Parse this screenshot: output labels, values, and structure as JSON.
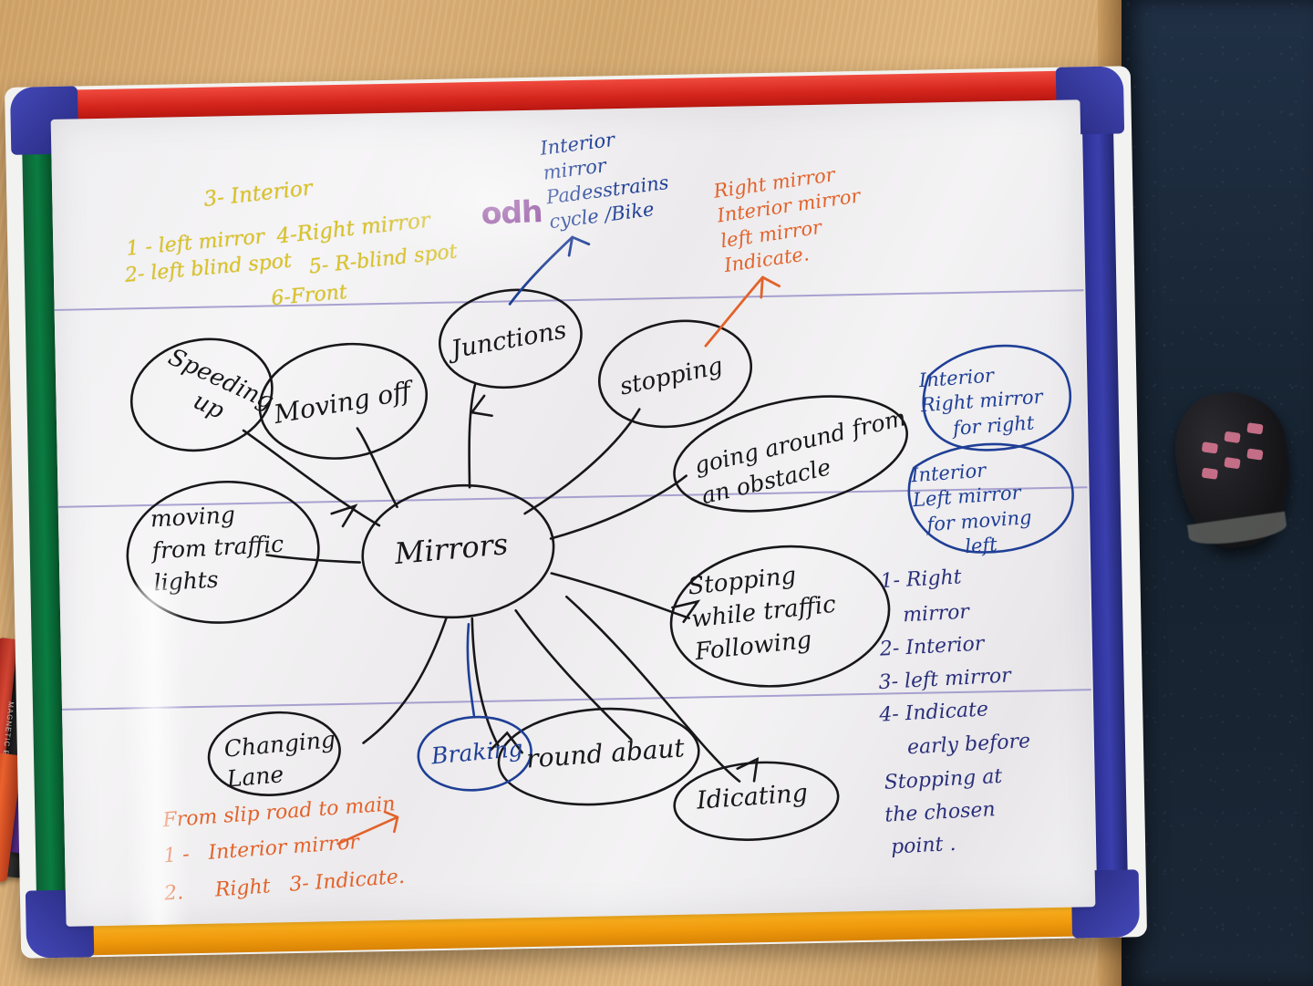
{
  "scene": {
    "title": "Whiteboard mind map photo",
    "surface_label": "whiteboard",
    "board_logo": "odh"
  },
  "colors": {
    "ink_black": "#17171a",
    "ink_yellow": "#d9c22a",
    "ink_blue": "#1f3f96",
    "ink_navy": "#2a2f7a",
    "ink_orange": "#e2622a",
    "rail_top_red": "#d4251c",
    "rail_bottom_yellow": "#f09a0c",
    "rail_left_green": "#0a7d41",
    "rail_right_blue": "#3a3fae",
    "corner_blue": "#32348f",
    "logo_purple": "#7b2d8e",
    "rule_line": "#8d87c4",
    "desk_wood": "#d8ae76",
    "carpet_blue": "#1b2736"
  },
  "mindmap": {
    "center": {
      "label": "Mirrors",
      "ink": "black"
    },
    "nodes": [
      {
        "id": "speeding-up",
        "label": "Speeding\nup",
        "ink": "black"
      },
      {
        "id": "moving-off",
        "label": "Moving off",
        "ink": "black"
      },
      {
        "id": "junctions",
        "label": "Junctions",
        "ink": "black"
      },
      {
        "id": "stopping",
        "label": "stopping",
        "ink": "black"
      },
      {
        "id": "obstacle",
        "label": "going around from\nan obstacle",
        "ink": "black"
      },
      {
        "id": "traffic-lights",
        "label": "moving\nfrom traffic\nlights",
        "ink": "black"
      },
      {
        "id": "stopping-traffic",
        "label": "Stopping\nwhile traffic\nFollowing",
        "ink": "black"
      },
      {
        "id": "changing-lane",
        "label": "Changing\nLane",
        "ink": "black"
      },
      {
        "id": "braking",
        "label": "Braking",
        "ink": "blue"
      },
      {
        "id": "roundabout",
        "label": "round abaut",
        "ink": "black"
      },
      {
        "id": "indicating",
        "label": "Idicating",
        "ink": "black"
      }
    ],
    "bubbles_blue": [
      {
        "id": "interior-right",
        "label": "Interior\nRight mirror\n     for right",
        "ink": "blue"
      },
      {
        "id": "interior-left",
        "label": "Interior\nLeft mirror\n  for moving\n        left",
        "ink": "blue"
      }
    ]
  },
  "annotations": {
    "yellow_mirror_checks": {
      "ink": "yellow",
      "lines": [
        "3- Interior",
        "   4-Right mirror",
        "1 - left mirror",
        "2- left blind spot",
        "5- R-blind spot",
        "6-Front"
      ],
      "line1": "3- Interior",
      "line2": "4-Right mirror",
      "line3": "1 - left mirror",
      "line4": "2- left blind spot",
      "line5": "5- R-blind spot",
      "line6": "6-Front"
    },
    "blue_junctions_note": {
      "ink": "blue",
      "text": "Interior\nmirror\nPadesstrains\ncycle /Bike"
    },
    "orange_stopping_note": {
      "ink": "orange",
      "text": "Right mirror\nInterior mirror\nleft mirror\nIndicate."
    },
    "blue_stopping_list": {
      "ink": "navy",
      "items": [
        "1- Right",
        "   mirror",
        "2- Interior",
        "3- left mirror",
        "4- Indicate",
        "    early before",
        "Stopping at",
        "the chosen",
        "point ."
      ],
      "l1": "1- Right",
      "l2": "mirror",
      "l3": "2- Interior",
      "l4": "3- left mirror",
      "l5": "4- Indicate",
      "l6": "early before",
      "l7": "Stopping at",
      "l8": "the chosen",
      "l9": "point ."
    },
    "orange_slip_road": {
      "ink": "orange",
      "l1": "From slip road to main",
      "l2": "1 -   Interior mirror",
      "l3": "2.     Right   3- Indicate."
    }
  },
  "desk_items": {
    "markers": [
      {
        "id": "marker-red",
        "label": "MAGNETIC ERASABLE",
        "color": "#d8362a"
      },
      {
        "id": "marker-yellow",
        "label": "MAGNETIC ERASABLE",
        "color": "#e8d41c"
      },
      {
        "id": "marker-purple",
        "label": "",
        "color": "#5a2d91"
      },
      {
        "id": "marker-orange",
        "label": "",
        "color": "#e9552a"
      }
    ],
    "shoe": {
      "id": "shoe",
      "label": "dark trainer with pink laces"
    }
  }
}
